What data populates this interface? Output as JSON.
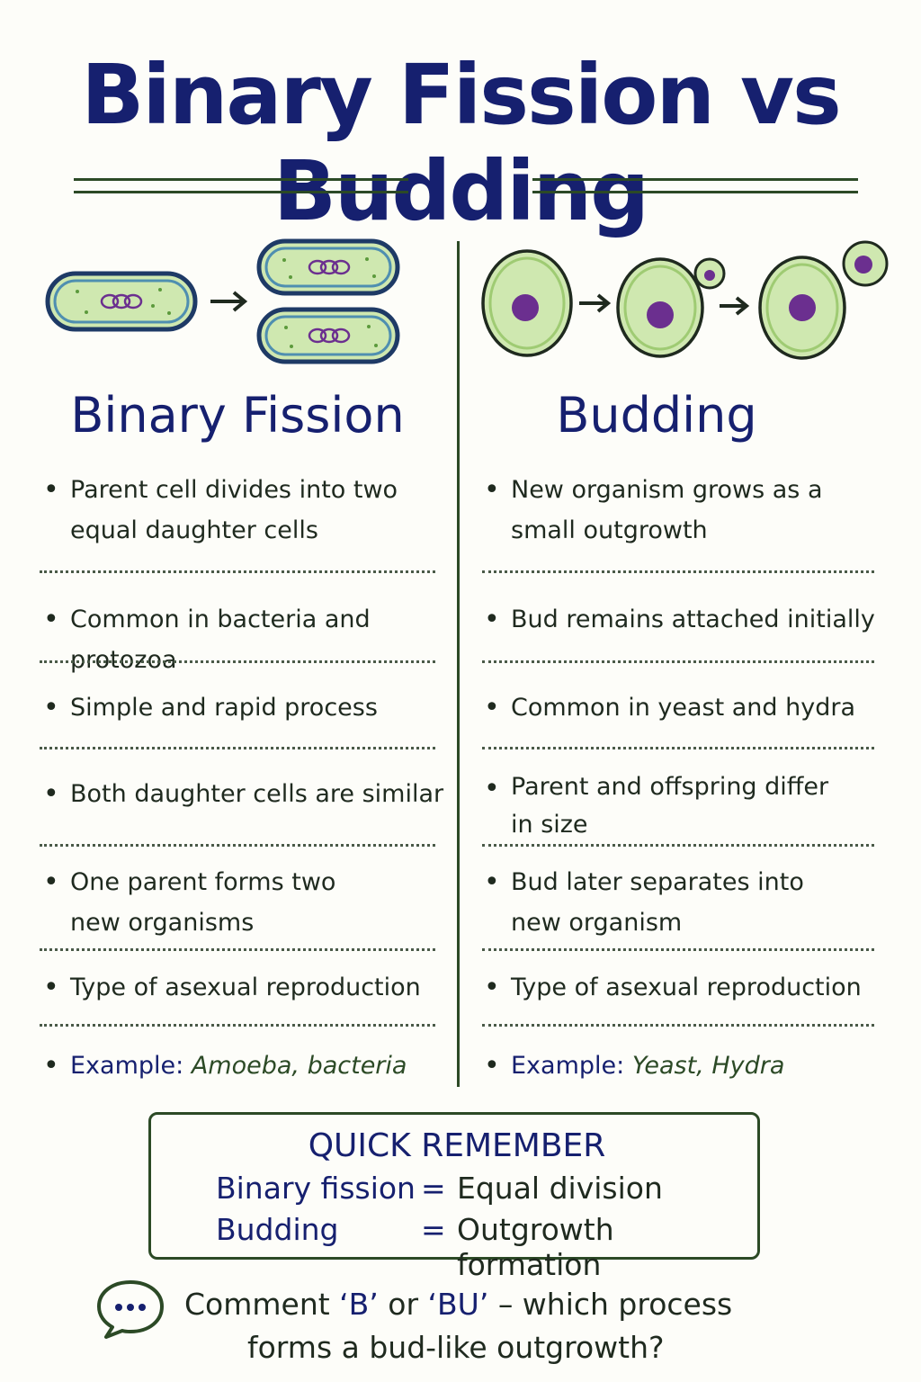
{
  "title": "Binary Fission vs Budding",
  "colors": {
    "ink": "#16206f",
    "green_line": "#2c4a26",
    "cell_fill": "#cfe8b0",
    "nucleus": "#6b2f8f"
  },
  "left": {
    "heading": "Binary Fission",
    "illustration": "binary-fission-diagram",
    "items": [
      "Parent cell divides into two\nequal daughter cells",
      "Common in bacteria and protozoa",
      "Simple and rapid process",
      "Both daughter cells are similar",
      "One parent forms two\nnew organisms",
      "Type of asexual reproduction"
    ],
    "example_label": "Example:",
    "example_value": "Amoeba, bacteria"
  },
  "right": {
    "heading": "Budding",
    "illustration": "budding-diagram",
    "items": [
      "New organism grows as a\nsmall outgrowth",
      "Bud remains attached initially",
      "Common in yeast and hydra",
      "Parent and offspring differ\nin size",
      "Bud later separates into\nnew organism",
      "Type of asexual reproduction"
    ],
    "example_label": "Example:",
    "example_value": "Yeast, Hydra"
  },
  "quick": {
    "title": "QUICK REMEMBER",
    "rows": [
      {
        "term": "Binary fission",
        "eq": "=",
        "def": "Equal division"
      },
      {
        "term": "Budding",
        "eq": "=",
        "def": "Outgrowth formation"
      }
    ]
  },
  "comment": {
    "icon": "speech-bubble-icon",
    "pre": "Comment ",
    "opt1": "‘B’",
    "mid": " or ",
    "opt2": "‘BU’",
    "post": " – which process",
    "line2": "forms a bud-like outgrowth?"
  }
}
